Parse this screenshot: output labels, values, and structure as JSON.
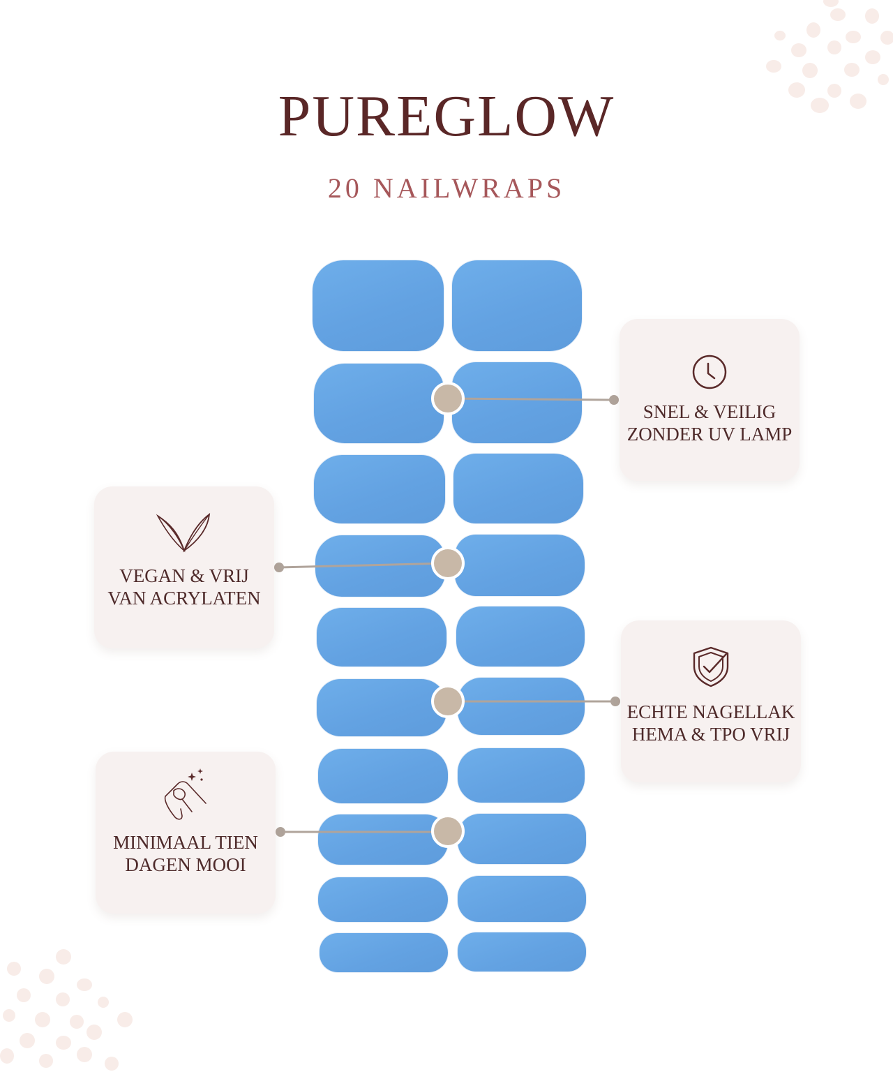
{
  "brand": {
    "title": "PUREGLOW",
    "subtitle": "20 NAILWRAPS"
  },
  "features": [
    {
      "line1": "SNEL & VEILIG",
      "line2": "ZONDER UV LAMP",
      "icon": "clock-icon"
    },
    {
      "line1": "VEGAN & VRIJ",
      "line2": "VAN ACRYLATEN",
      "icon": "leaf-icon"
    },
    {
      "line1": "ECHTE NAGELLAK",
      "line2": "HEMA & TPO VRIJ",
      "icon": "shield-check-icon"
    },
    {
      "line1": "MINIMAAL TIEN",
      "line2": "DAGEN MOOI",
      "icon": "sparkle-nail-icon"
    }
  ],
  "colors": {
    "wrap": "#63a2e2",
    "title": "#5a2727",
    "subtitle": "#a6575a",
    "card": "#f7f1f0",
    "connector": "#b0a49b",
    "dot": "#c8b8a7"
  }
}
